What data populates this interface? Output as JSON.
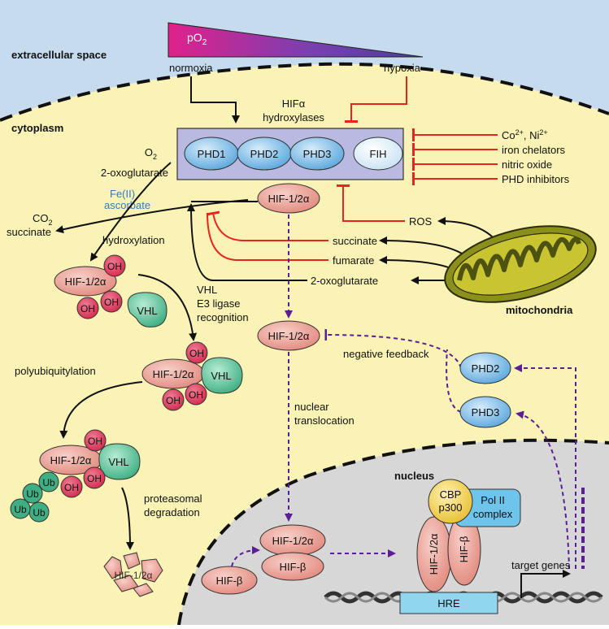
{
  "compartments": {
    "extracellular": "extracellular space",
    "cytoplasm": "cytoplasm",
    "nucleus": "nucleus",
    "mitochondria": "mitochondria"
  },
  "oxygen_gradient": {
    "label_main": "pO",
    "label_sub": "2",
    "left": "normoxia",
    "right": "hypoxia"
  },
  "hydroxylases": {
    "title_line1": "HIFα",
    "title_line2": "hydroxylases",
    "enzymes": [
      "PHD1",
      "PHD2",
      "PHD3",
      "FIH"
    ]
  },
  "inhibitors": {
    "co_ni_base": "Co",
    "co_sup": "2+",
    "ni_sep": ", Ni",
    "ni_sup": "2+",
    "items": [
      "iron chelators",
      "nitric oxide",
      "PHD inhibitors"
    ]
  },
  "cofactors": {
    "o2_base": "O",
    "o2_sub": "2",
    "oxoglutarate": "2-oxoglutarate",
    "fe": "Fe(II)",
    "ascorbate": "ascorbate",
    "co2_base": "CO",
    "co2_sub": "2",
    "succinate": "succinate"
  },
  "hif": {
    "alpha": "HIF-1/2α",
    "beta": "HIF-β",
    "degraded": "HIF-1/2α"
  },
  "mito_outputs": {
    "ros": "ROS",
    "succinate": "succinate",
    "fumarate": "fumarate",
    "oxoglutarate": "2-oxoglutarate"
  },
  "steps": {
    "hydroxylation": "hydroxylation",
    "vhl_line1": "VHL",
    "vhl_line2": "E3 ligase",
    "vhl_line3": "recognition",
    "polyubiquitylation": "polyubiquitylation",
    "proteasomal_line1": "proteasomal",
    "proteasomal_line2": "degradation",
    "nuclear_line1": "nuclear",
    "nuclear_line2": "translocation",
    "negative_feedback": "negative feedback"
  },
  "labels": {
    "oh": "OH",
    "vhl": "VHL",
    "ub": "Ub",
    "phd2": "PHD2",
    "phd3": "PHD3",
    "cbp": "CBP",
    "p300": "p300",
    "pol_line1": "Pol II",
    "pol_line2": "complex",
    "hre": "HRE",
    "target_genes": "target genes"
  },
  "colors": {
    "extracellular": "#c6dbee",
    "cytoplasm": "#faf3b5",
    "nucleus": "#d7d7d7",
    "hif_alpha": "#e9a49a",
    "oh": "#dc3a5b",
    "vhl": "#5fc29b",
    "enzyme": "#6fb1e2",
    "enzyme_box": "#b9b9e1",
    "inhibit": "#e8241f",
    "dashed_arrow": "#5b1e96",
    "mito": "#8b8f1b",
    "cbp": "#f1d057",
    "pol": "#6ec4ea",
    "hre": "#8fd6ee"
  }
}
